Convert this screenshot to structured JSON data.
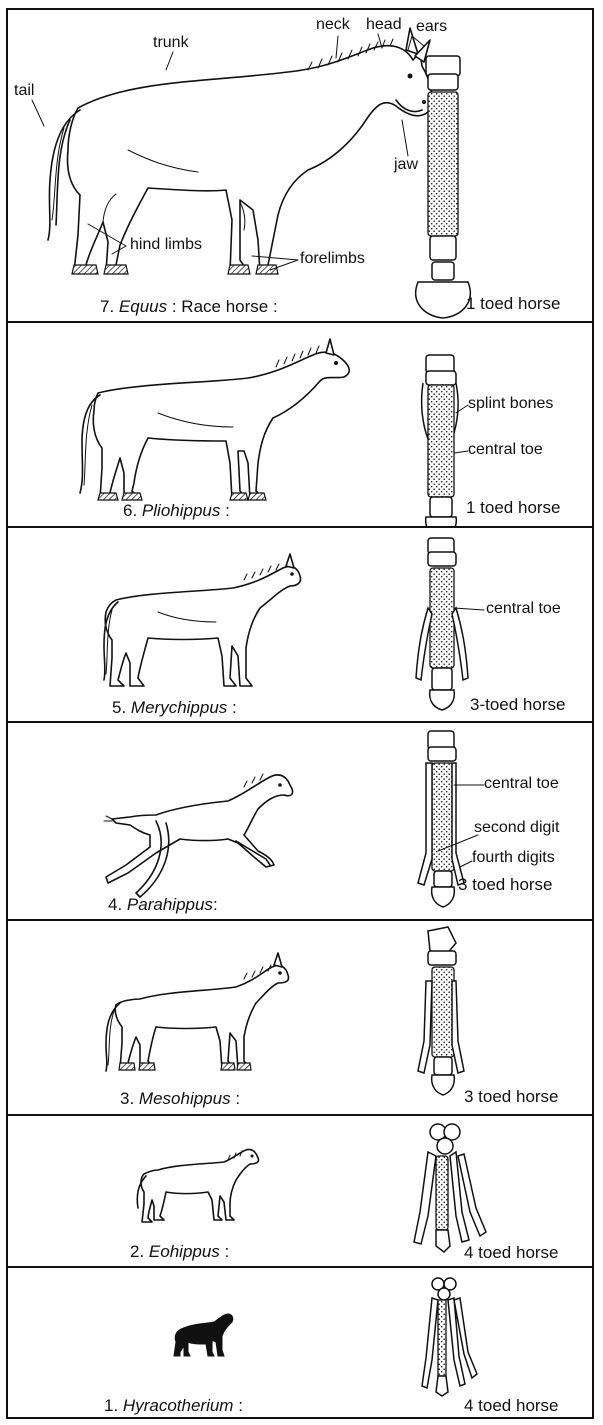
{
  "panels": [
    {
      "number": "7.",
      "genus": "Equus",
      "suffix": " : Race horse :",
      "toed": "1 toed horse",
      "labels": {
        "neck": "neck",
        "head": "head",
        "ears": "ears",
        "trunk": "trunk",
        "tail": "tail",
        "jaw": "jaw",
        "hind_limbs": "hind limbs",
        "forelimbs": "forelimbs"
      }
    },
    {
      "number": "6.",
      "genus": "Pliohippus",
      "suffix": " :",
      "toed": "1 toed horse",
      "labels": {
        "splint_bones": "splint bones",
        "central_toe": "central toe"
      }
    },
    {
      "number": "5.",
      "genus": "Merychippus",
      "suffix": " :",
      "toed": "3-toed horse",
      "labels": {
        "central_toe": "central toe"
      }
    },
    {
      "number": "4.",
      "genus": "Parahippus",
      "suffix": ":",
      "toed": "3 toed horse",
      "labels": {
        "central_toe": "central toe",
        "second_digit": "second digit",
        "fourth_digits": "fourth digits"
      }
    },
    {
      "number": "3.",
      "genus": "Mesohippus",
      "suffix": " :",
      "toed": "3 toed horse"
    },
    {
      "number": "2.",
      "genus": "Eohippus",
      "suffix": " :",
      "toed": "4 toed horse"
    },
    {
      "number": "1.",
      "genus": "Hyracotherium",
      "suffix": " :",
      "toed": "4 toed horse"
    }
  ]
}
